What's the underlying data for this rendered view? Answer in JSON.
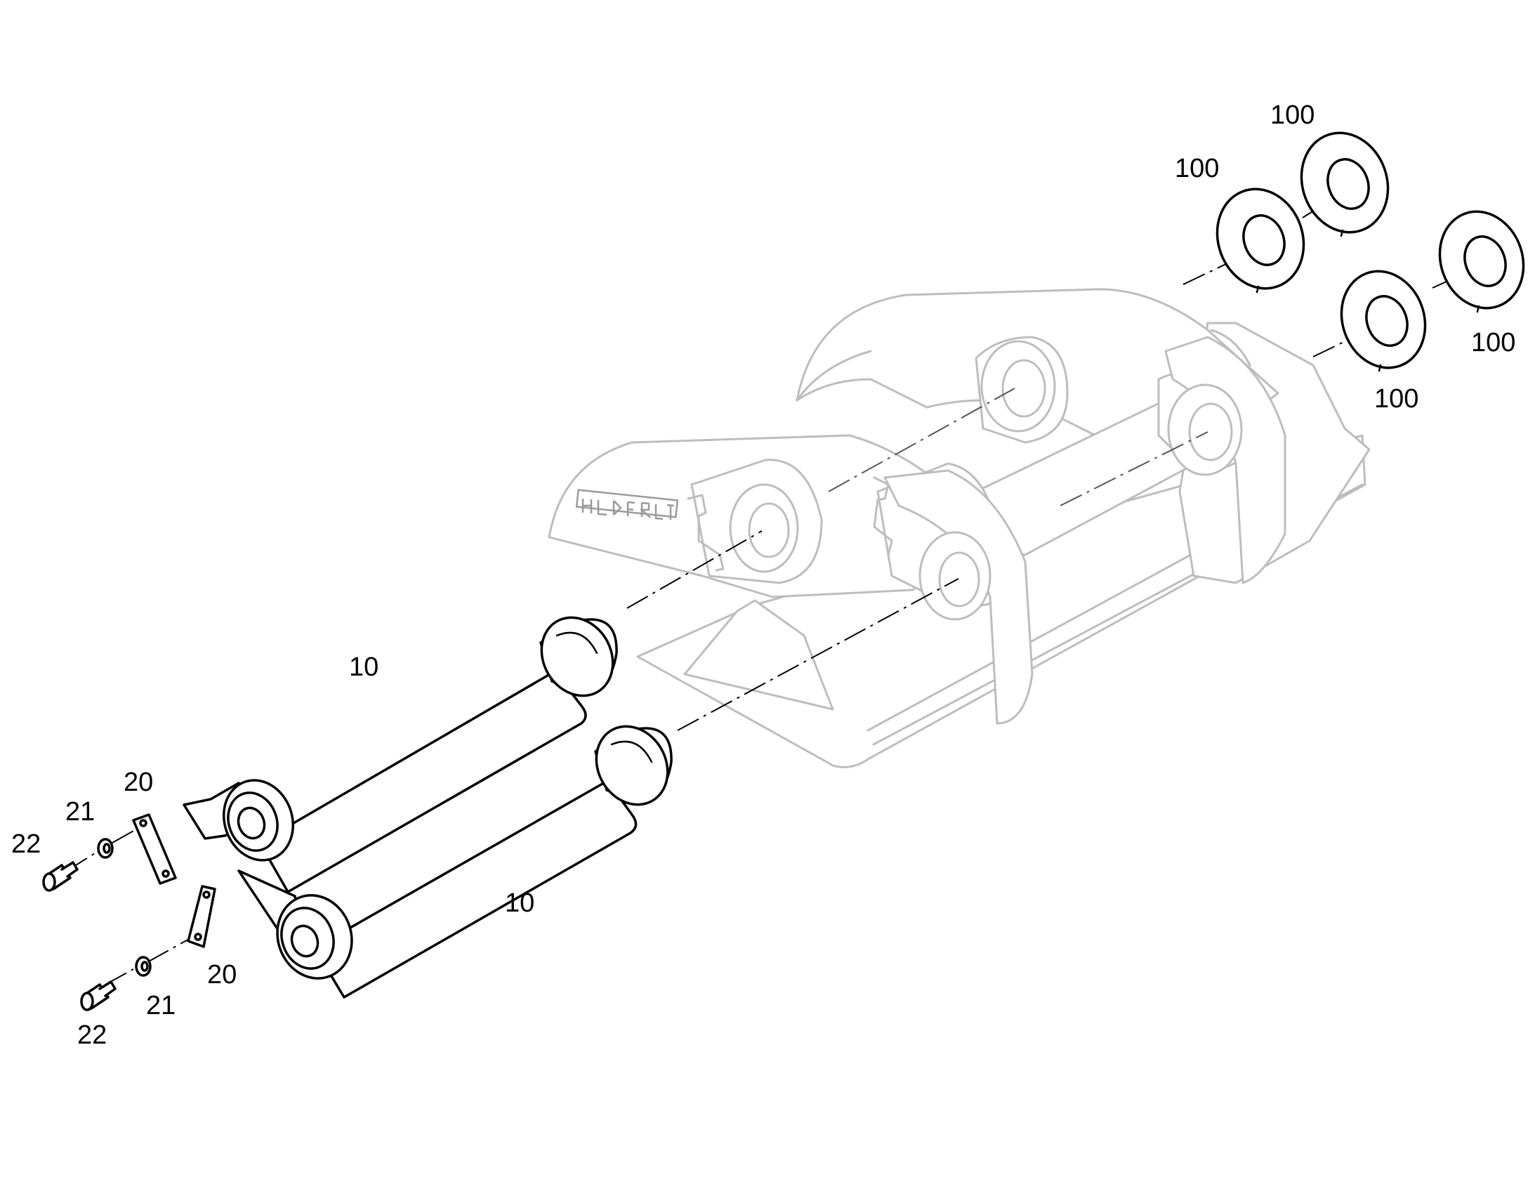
{
  "callouts": {
    "pin_upper": "10",
    "pin_lower": "10",
    "plate_upper": "20",
    "plate_lower": "20",
    "washer_upper": "21",
    "washer_lower": "21",
    "bolt_upper": "22",
    "bolt_lower": "22",
    "shim_1": "100",
    "shim_2": "100",
    "shim_3": "100",
    "shim_4": "100"
  }
}
